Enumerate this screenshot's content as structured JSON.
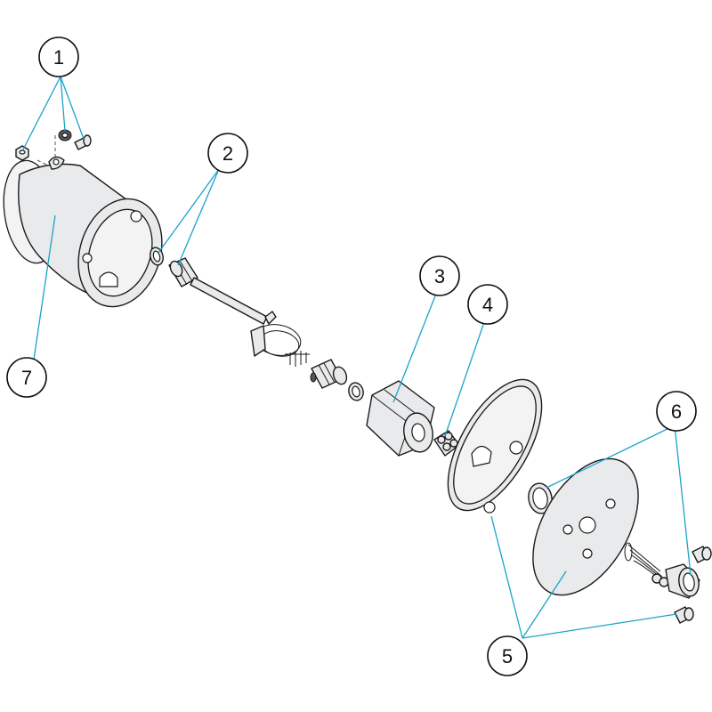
{
  "callouts": [
    {
      "id": "1",
      "label": "1"
    },
    {
      "id": "2",
      "label": "2"
    },
    {
      "id": "3",
      "label": "3"
    },
    {
      "id": "4",
      "label": "4"
    },
    {
      "id": "5",
      "label": "5"
    },
    {
      "id": "6",
      "label": "6"
    },
    {
      "id": "7",
      "label": "7"
    }
  ],
  "colors": {
    "leader": "#1aa3c9",
    "outline": "#1a1a1a",
    "fill": "#e9eaeb"
  }
}
